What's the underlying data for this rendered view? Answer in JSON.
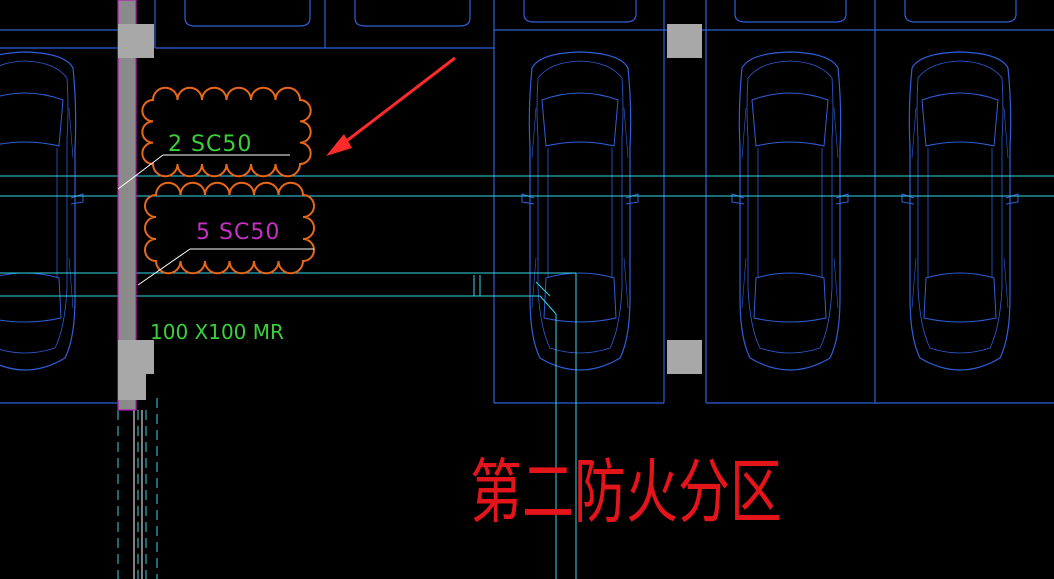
{
  "annotations": {
    "label_1": "2 SC50",
    "label_2": "5 SC50",
    "tray": "100 X100 MR",
    "zone": "第二防火分区"
  },
  "colors": {
    "background": "#000000",
    "parking_lines": "#2f5fd8",
    "car_outline": "#2f5fd8",
    "column": "#a8a8a8",
    "wall_outline": "#b31bb3",
    "wall_fill": "#8a8a8a",
    "cable_tray": "#33d6e6",
    "cloud": "#e8681a",
    "label_1": "#3ccf3c",
    "label_2": "#c431c4",
    "tray_label": "#3ccf3c",
    "zone_text": "#e3141a",
    "arrow": "#ff2a2a",
    "leader": "#ffffff"
  }
}
